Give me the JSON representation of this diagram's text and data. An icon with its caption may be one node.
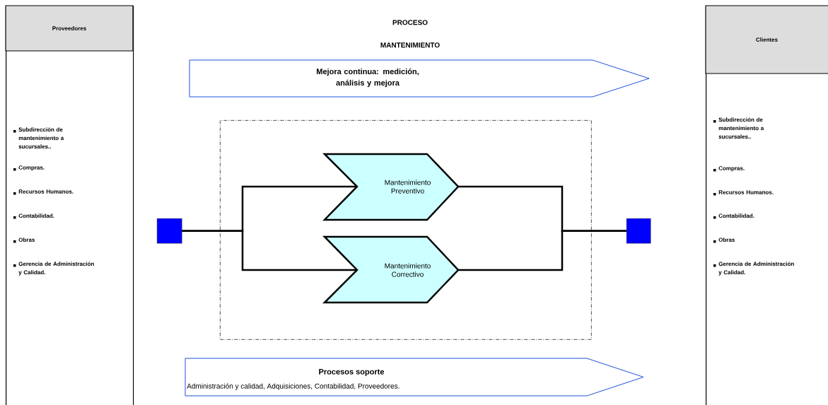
{
  "diagram": {
    "title": "PROCESO MANTENIMIENTO",
    "nodes": [
      {
        "text": [
          "Proveedores",
          "Subdirección de mantenimiento a sucursales..",
          "Compras.",
          "Recursos Humanos.",
          "Contabilidad.",
          "Obras",
          "Gerencia de Administración y Calidad."
        ]
      },
      {
        "text": [
          "Clientes",
          "Subdirección de mantenimiento a sucursales..",
          "Compras.",
          "Recursos Humanos.",
          "Contabilidad.",
          "Obras",
          "Gerencia de Administración y Calidad."
        ]
      },
      {
        "text": [
          "Mejora continua: medición, análisis y mejora"
        ]
      },
      {
        "text": [],
        "shape": "box"
      },
      {
        "text": [],
        "shape": "box"
      },
      {
        "text": [
          "Mantenimiento Preventivo"
        ],
        "in": 3
      },
      {
        "text": [
          "Mantenimiento Correctivo"
        ],
        "in": 3
      },
      {
        "text": [],
        "shape": "box"
      },
      {
        "text": [
          "Procesos soporte",
          "Administración y calidad, Adquisiciones, Contabilidad, Proveedores."
        ]
      }
    ],
    "edges": [
      {
        "from": 4,
        "to": 5,
        "arrow": "none"
      },
      {
        "from": 4,
        "to": 6,
        "arrow": "none"
      },
      {
        "from": 5,
        "to": 7,
        "arrow": "none"
      },
      {
        "from": 6,
        "to": 7,
        "arrow": "none"
      }
    ]
  }
}
